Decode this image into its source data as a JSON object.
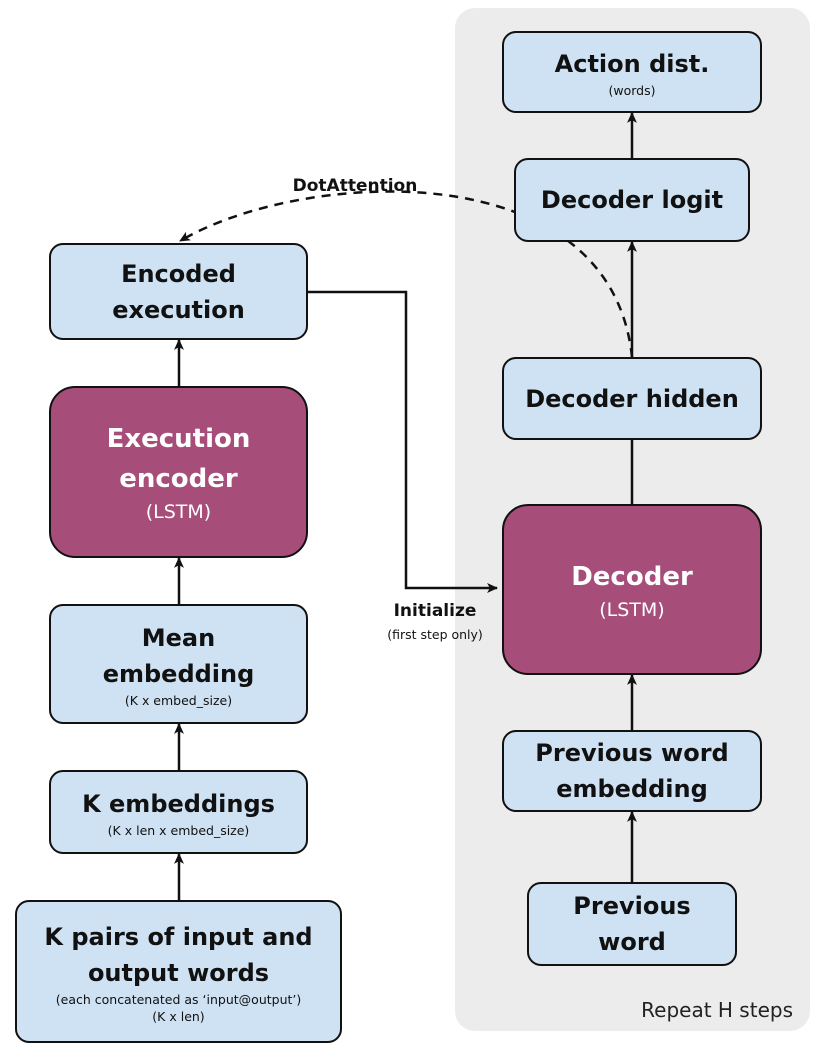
{
  "panel": {
    "label": "Repeat H steps"
  },
  "encoder_side": {
    "encoded_execution": {
      "title": "Encoded execution"
    },
    "execution_encoder": {
      "title": "Execution encoder",
      "subtitle": "(LSTM)"
    },
    "mean_embedding": {
      "title": "Mean embedding",
      "subtitle": "(K x embed_size)"
    },
    "k_embeddings": {
      "title": "K embeddings",
      "subtitle": "(K x len x embed_size)"
    },
    "k_pairs": {
      "title": "K pairs of input and output words",
      "subtitle": "(each concatenated as ‘input@output’)",
      "subtitle2": "(K x len)"
    }
  },
  "decoder_side": {
    "action_dist": {
      "title": "Action dist.",
      "subtitle": "(words)"
    },
    "decoder_logit": {
      "title": "Decoder logit"
    },
    "decoder_hidden": {
      "title": "Decoder hidden"
    },
    "decoder": {
      "title": "Decoder",
      "subtitle": "(LSTM)"
    },
    "prev_word_embedding": {
      "title": "Previous word embedding"
    },
    "prev_word": {
      "title": "Previous word"
    }
  },
  "edge_labels": {
    "dot_attention": "DotAttention",
    "initialize": "Initialize",
    "initialize_note": "(first step only)"
  },
  "colors": {
    "light_box": "#cfe2f3",
    "dark_box": "#a64d79",
    "panel": "#ececec",
    "line": "#111111"
  }
}
